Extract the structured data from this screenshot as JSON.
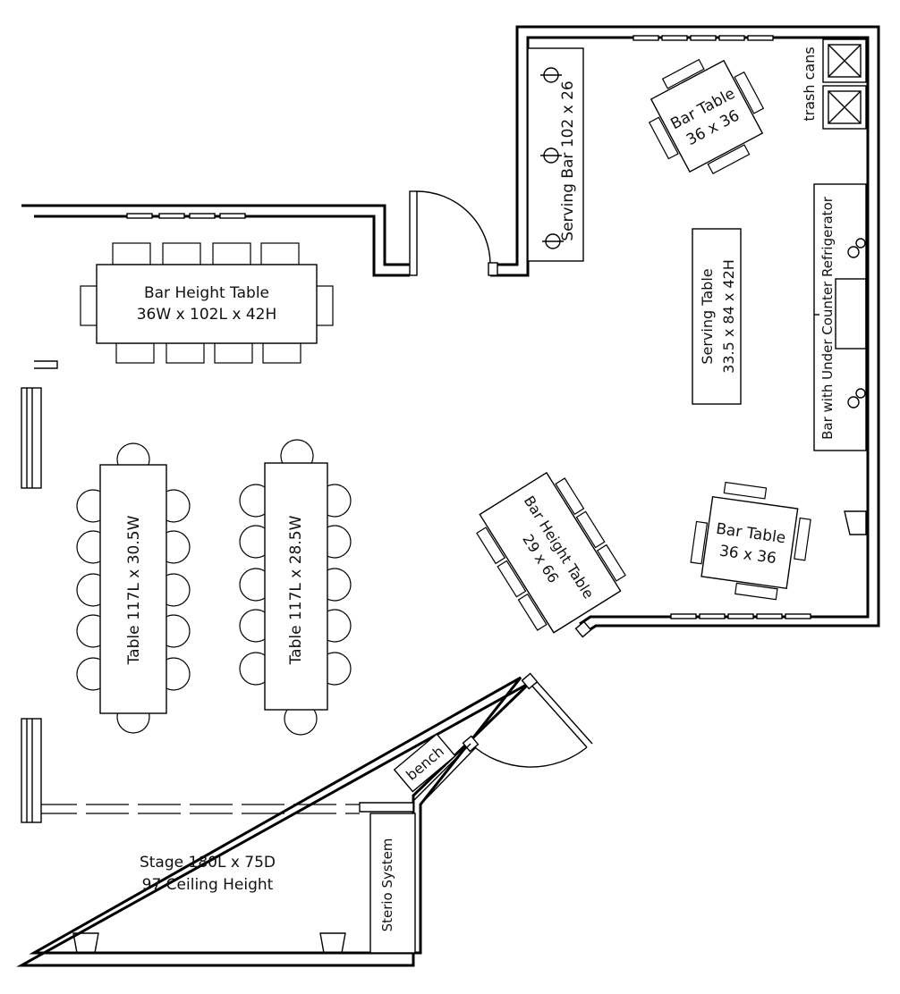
{
  "plan": {
    "bar_height_table_top": {
      "line1": "Bar Height Table",
      "line2": "36W x 102L x 42H"
    },
    "table_left": {
      "label": "Table 117L x 30.5W"
    },
    "table_right": {
      "label": "Table 117L x 28.5W"
    },
    "serving_bar": {
      "label": "Serving Bar 102 x 26"
    },
    "bar_table_top": {
      "line1": "Bar Table",
      "line2": "36 x 36"
    },
    "trash_cans": {
      "label": "trash cans"
    },
    "serving_table": {
      "line1": "Serving Table",
      "line2": "33.5 x 84 x 42H"
    },
    "under_counter": {
      "label": "Bar with Under Counter Refrigerator"
    },
    "bar_height_table_angled": {
      "line1": "Bar Height Table",
      "line2": "29 x 66"
    },
    "bar_table_bottom": {
      "line1": "Bar Table",
      "line2": "36 x 36"
    },
    "bench": {
      "label": "bench"
    },
    "stage": {
      "line1": "Stage 180L x 75D",
      "line2": "97 Ceiling Height"
    },
    "stereo": {
      "label": "Sterio System"
    }
  }
}
